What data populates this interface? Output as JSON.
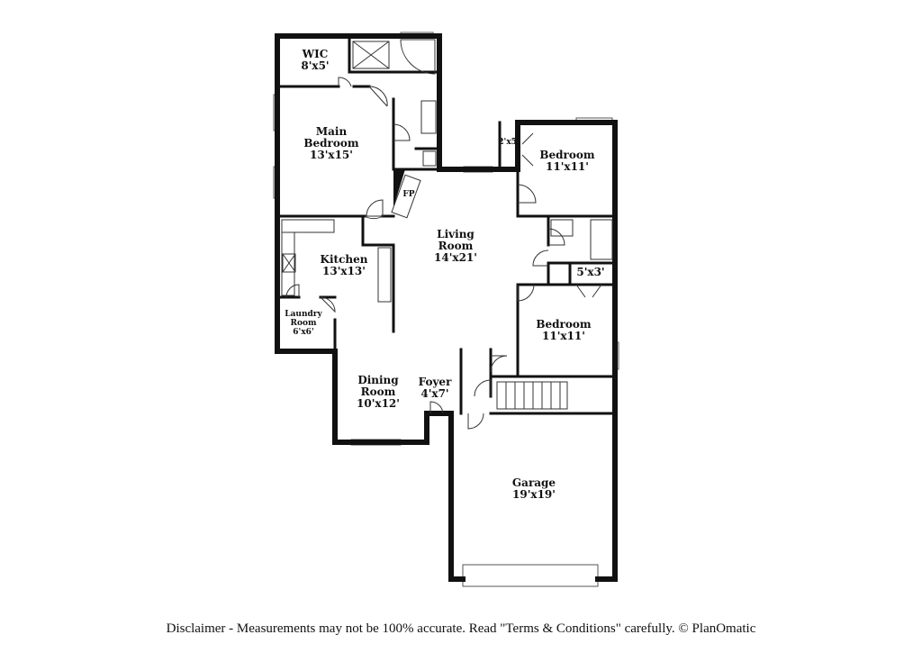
{
  "rooms": {
    "wic": {
      "name": "WIC",
      "size": "8'x5'"
    },
    "main_bedroom": {
      "name1": "Main",
      "name2": "Bedroom",
      "size": "13'x15'"
    },
    "fireplace": {
      "label": "FP"
    },
    "bedroom_upper": {
      "closet": "2'x5'",
      "name": "Bedroom",
      "size": "11'x11'"
    },
    "living_room": {
      "name1": "Living",
      "name2": "Room",
      "size": "14'x21'"
    },
    "kitchen": {
      "name": "Kitchen",
      "size": "13'x13'"
    },
    "closet_small": {
      "size": "5'x3'"
    },
    "laundry_room": {
      "name1": "Laundry",
      "name2": "Room",
      "size": "6'x6'"
    },
    "bedroom_lower": {
      "name": "Bedroom",
      "size": "11'x11'"
    },
    "dining_room": {
      "name1": "Dining",
      "name2": "Room",
      "size": "10'x12'"
    },
    "foyer": {
      "name": "Foyer",
      "size": "4'x7'"
    },
    "garage": {
      "name": "Garage",
      "size": "19'x19'"
    }
  },
  "disclaimer": "Disclaimer - Measurements may not be 100% accurate. Read \"Terms & Conditions\" carefully. © PlanOmatic"
}
